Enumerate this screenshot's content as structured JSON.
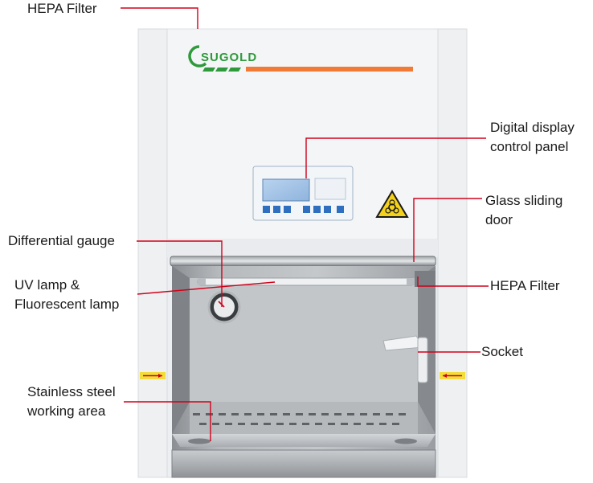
{
  "brand": {
    "logo_text": "SUGOLD",
    "accent_color": "#f07a36",
    "logo_color": "#2e9a3c",
    "leader_color": "#d0021b"
  },
  "labels": {
    "hepa_top": "HEPA Filter",
    "display_line1": "Digital display",
    "display_line2": "control panel",
    "glass_line1": "Glass sliding",
    "glass_line2": "door",
    "hepa_side": "HEPA Filter",
    "gauge": "Differential gauge",
    "uv_line1": "UV lamp &",
    "uv_line2": "Fluorescent lamp",
    "socket": "Socket",
    "steel_line1": "Stainless steel",
    "steel_line2": "working area"
  },
  "icons": {
    "biohazard": "biohazard-warning-icon"
  }
}
